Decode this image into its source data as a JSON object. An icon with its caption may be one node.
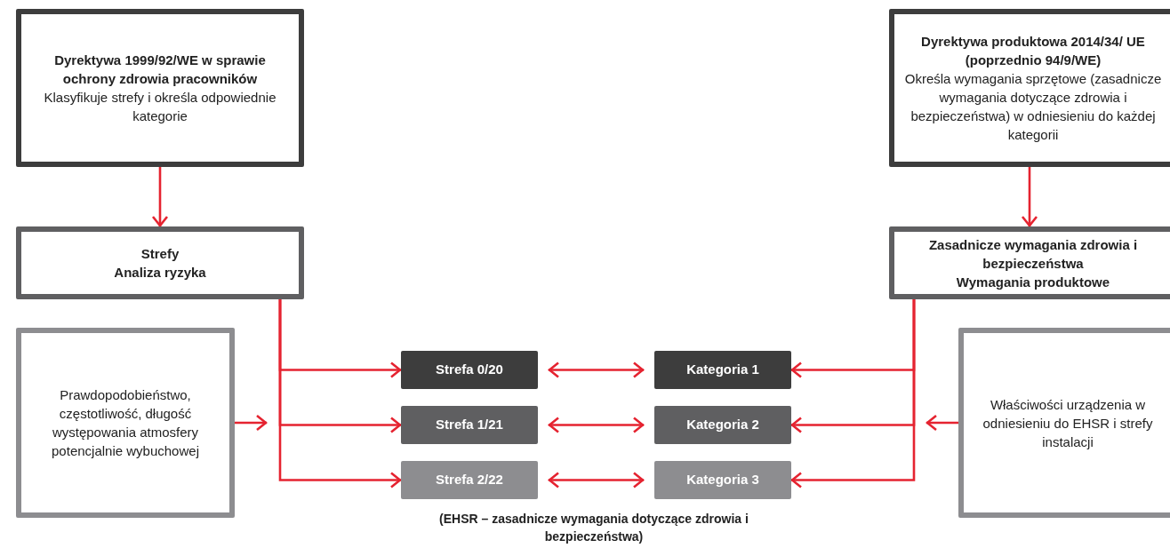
{
  "diagram": {
    "caption": "(EHSR – zasadnicze wymagania dotyczące zdrowia i bezpieczeństwa)",
    "nodes": [
      {
        "text": [
          "Dyrektywa 1999/92/WE w sprawie ochrony zdrowia pracowników",
          "Klasyfikuje strefy i określa odpowiednie kategorie"
        ]
      },
      {
        "text": [
          "Dyrektywa produktowa 2014/34/ UE (poprzednio 94/9/WE)",
          "Określa wymagania sprzętowe (zasadnicze wymagania dotyczące zdrowia i bezpieczeństwa) w odniesieniu do każdej kategorii"
        ]
      },
      {
        "text": [
          "Strefy",
          "Analiza ryzyka"
        ]
      },
      {
        "text": [
          "Zasadnicze wymagania zdrowia i bezpieczeństwa",
          "Wymagania produktowe"
        ]
      },
      {
        "text": [
          "Prawdopodobieństwo, częstotliwość, długość występowania atmosfery potencjalnie wybuchowej"
        ]
      },
      {
        "text": [
          "Właściwości urządzenia w odniesieniu do EHSR i strefy instalacji"
        ]
      },
      {
        "text": [
          "Strefa 0/20"
        ]
      },
      {
        "text": [
          "Kategoria 1"
        ]
      },
      {
        "text": [
          "Strefa 1/21"
        ]
      },
      {
        "text": [
          "Kategoria 2"
        ]
      },
      {
        "text": [
          "Strefa 2/22"
        ]
      },
      {
        "text": [
          "Kategoria 3"
        ]
      }
    ],
    "edges": [
      {
        "from": 0,
        "to": 2,
        "arrow": "to"
      },
      {
        "from": 1,
        "to": 3,
        "arrow": "to"
      },
      {
        "from": 2,
        "to": 6,
        "arrow": "to"
      },
      {
        "from": 2,
        "to": 8,
        "arrow": "to"
      },
      {
        "from": 2,
        "to": 10,
        "arrow": "to"
      },
      {
        "from": 3,
        "to": 7,
        "arrow": "to"
      },
      {
        "from": 3,
        "to": 9,
        "arrow": "to"
      },
      {
        "from": 3,
        "to": 11,
        "arrow": "to"
      },
      {
        "from": 6,
        "to": 7,
        "arrow": "both"
      },
      {
        "from": 8,
        "to": 9,
        "arrow": "both"
      },
      {
        "from": 10,
        "to": 11,
        "arrow": "both"
      },
      {
        "from": 4,
        "to": null,
        "arrow": "to"
      },
      {
        "from": 5,
        "to": null,
        "arrow": "to"
      }
    ]
  }
}
